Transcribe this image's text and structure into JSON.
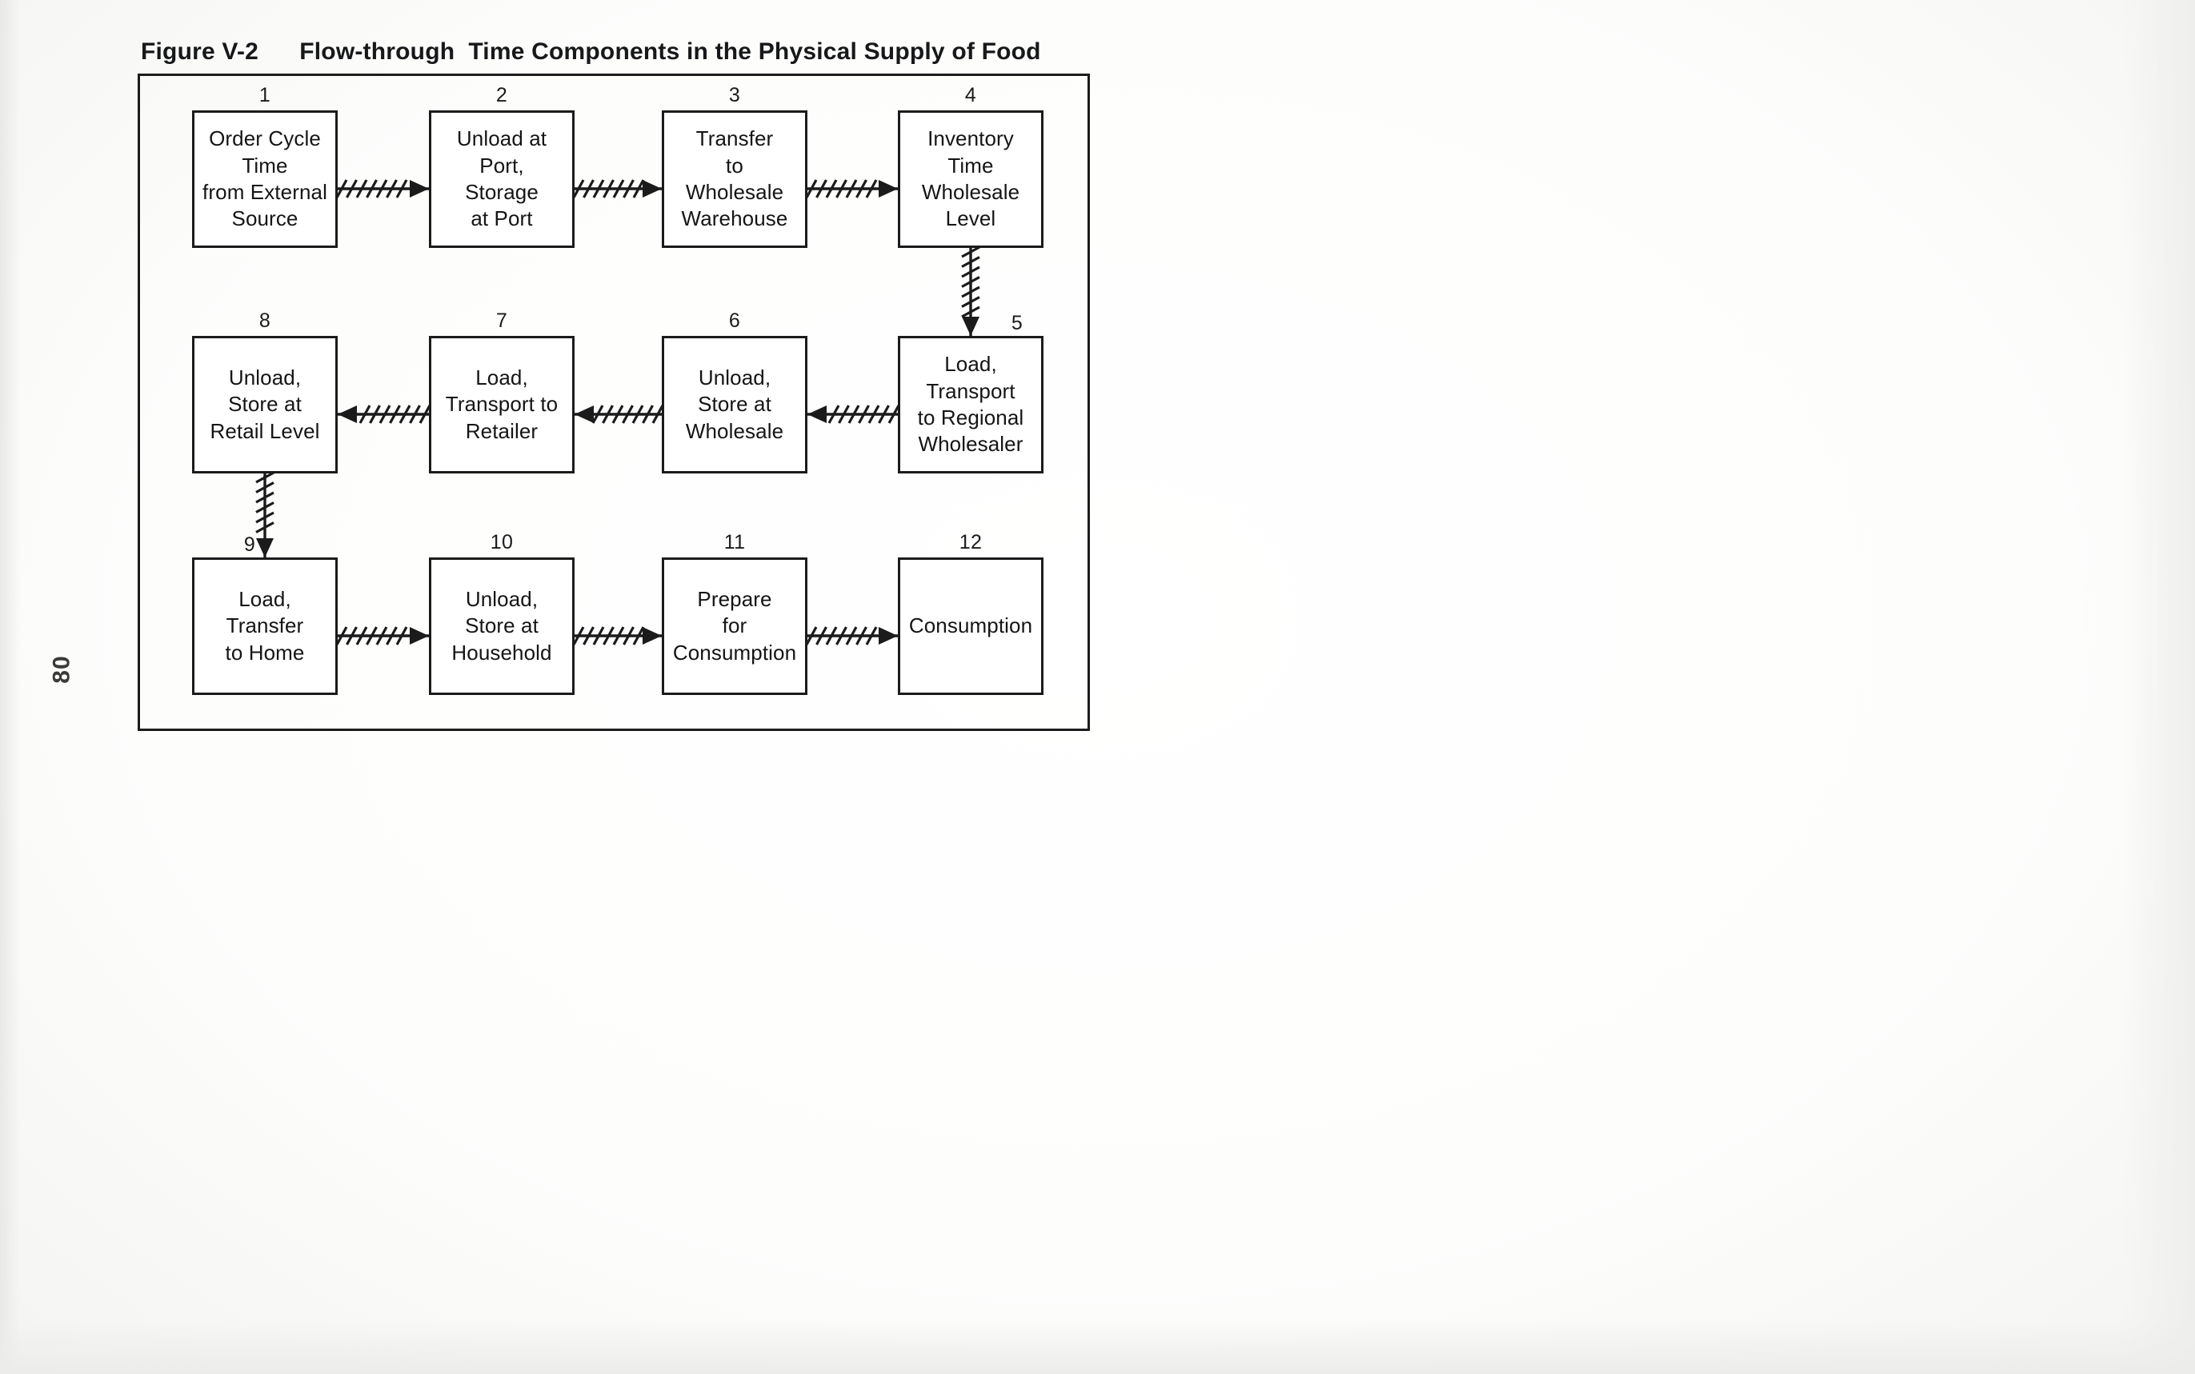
{
  "page": {
    "page_number": "80"
  },
  "figure": {
    "label": "Figure V-2",
    "title": "Flow-through  Time Components in the Physical Supply of Food",
    "full_title": "Figure V-2      Flow-through  Time Components in the Physical Supply of Food"
  },
  "diagram": {
    "type": "flowchart",
    "orientation": "serpentine-rows",
    "nodes": [
      {
        "number": "1",
        "label": "Order Cycle\nTime\nfrom External\nSource",
        "row": 1,
        "col": 1
      },
      {
        "number": "2",
        "label": "Unload at\nPort,\nStorage\nat Port",
        "row": 1,
        "col": 2
      },
      {
        "number": "3",
        "label": "Transfer\nto\nWholesale\nWarehouse",
        "row": 1,
        "col": 3
      },
      {
        "number": "4",
        "label": "Inventory\nTime\nWholesale\nLevel",
        "row": 1,
        "col": 4
      },
      {
        "number": "5",
        "label": "Load,\nTransport\nto Regional\nWholesaler",
        "row": 2,
        "col": 4
      },
      {
        "number": "6",
        "label": "Unload,\nStore at\nWholesale",
        "row": 2,
        "col": 3
      },
      {
        "number": "7",
        "label": "Load,\nTransport to\nRetailer",
        "row": 2,
        "col": 2
      },
      {
        "number": "8",
        "label": "Unload,\nStore at\nRetail Level",
        "row": 2,
        "col": 1
      },
      {
        "number": "9",
        "label": "Load,\nTransfer\nto Home",
        "row": 3,
        "col": 1
      },
      {
        "number": "10",
        "label": "Unload,\nStore at\nHousehold",
        "row": 3,
        "col": 2
      },
      {
        "number": "11",
        "label": "Prepare\nfor\nConsumption",
        "row": 3,
        "col": 3
      },
      {
        "number": "12",
        "label": "Consumption",
        "row": 3,
        "col": 4
      }
    ],
    "connectors": [
      {
        "from": "1",
        "to": "2",
        "direction": "right"
      },
      {
        "from": "2",
        "to": "3",
        "direction": "right"
      },
      {
        "from": "3",
        "to": "4",
        "direction": "right"
      },
      {
        "from": "4",
        "to": "5",
        "direction": "down"
      },
      {
        "from": "5",
        "to": "6",
        "direction": "left"
      },
      {
        "from": "6",
        "to": "7",
        "direction": "left"
      },
      {
        "from": "7",
        "to": "8",
        "direction": "left"
      },
      {
        "from": "8",
        "to": "9",
        "direction": "down"
      },
      {
        "from": "9",
        "to": "10",
        "direction": "right"
      },
      {
        "from": "10",
        "to": "11",
        "direction": "right"
      },
      {
        "from": "11",
        "to": "12",
        "direction": "right"
      }
    ],
    "colors": {
      "ink": "#1b1b1b",
      "paper": "#ffffff",
      "text": "#151515"
    }
  }
}
